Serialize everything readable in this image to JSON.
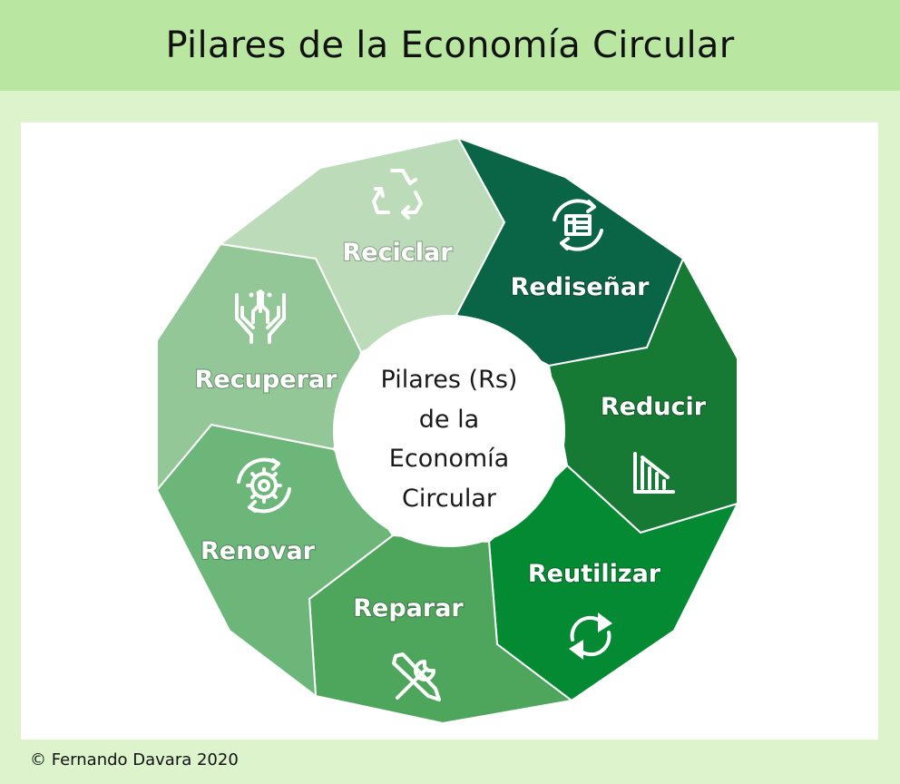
{
  "title": "Pilares de la Economía Circular",
  "center": {
    "lines": [
      "Pilares (Rs)",
      "de la",
      "Economía",
      "Circular"
    ]
  },
  "segments": [
    {
      "label": "Reciclar",
      "color": "#bbdbb9",
      "icon": "recycle-icon"
    },
    {
      "label": "Rediseñar",
      "color": "#0a6446",
      "icon": "redesign-cycle-icon"
    },
    {
      "label": "Reducir",
      "color": "#167a35",
      "icon": "bar-chart-down-icon"
    },
    {
      "label": "Reutilizar",
      "color": "#058a34",
      "icon": "reuse-arrows-icon"
    },
    {
      "label": "Reparar",
      "color": "#4ea55c",
      "icon": "tools-icon"
    },
    {
      "label": "Renovar",
      "color": "#6cb679",
      "icon": "gear-cycle-icon"
    },
    {
      "label": "Recuperar",
      "color": "#94c797",
      "icon": "hands-circuit-icon"
    }
  ],
  "footer": "© Fernando Davara 2020"
}
